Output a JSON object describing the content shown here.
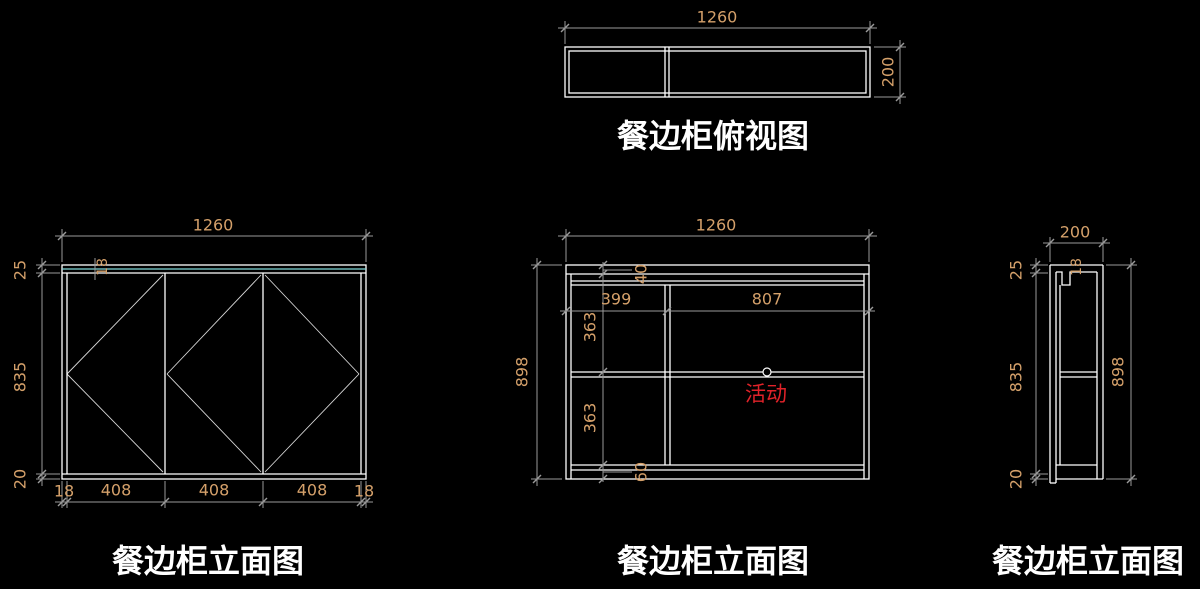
{
  "top_view": {
    "title": "餐边柜俯视图",
    "width_dim": "1260",
    "depth_dim": "200"
  },
  "front_view": {
    "title": "餐边柜立面图",
    "width_dim": "1260",
    "top_dim": "25",
    "height_dim": "835",
    "bottom_dim": "20",
    "strip_dim": "18",
    "bottom_dims": [
      "18",
      "408",
      "408",
      "408",
      "18"
    ]
  },
  "internal_view": {
    "title": "餐边柜立面图",
    "width_dim": "1260",
    "height_dim": "898",
    "top_board_dim": "40",
    "left_width_dim": "399",
    "right_width_dim": "807",
    "upper_shelf_dim": "363",
    "lower_shelf_dim": "363",
    "base_dim": "60",
    "note": "活动"
  },
  "side_view": {
    "title": "餐边柜立面图",
    "depth_dim": "200",
    "top_dim": "25",
    "height_dim": "835",
    "bottom_dim": "20",
    "strip_dim": "18",
    "total_height_dim": "898"
  },
  "colors": {
    "background": "#000000",
    "line": "#ffffff",
    "dimension_line": "#9a9a9a",
    "dimension_text": "#d4a06a",
    "note": "#e02229",
    "accent": "#7fd8d8"
  }
}
